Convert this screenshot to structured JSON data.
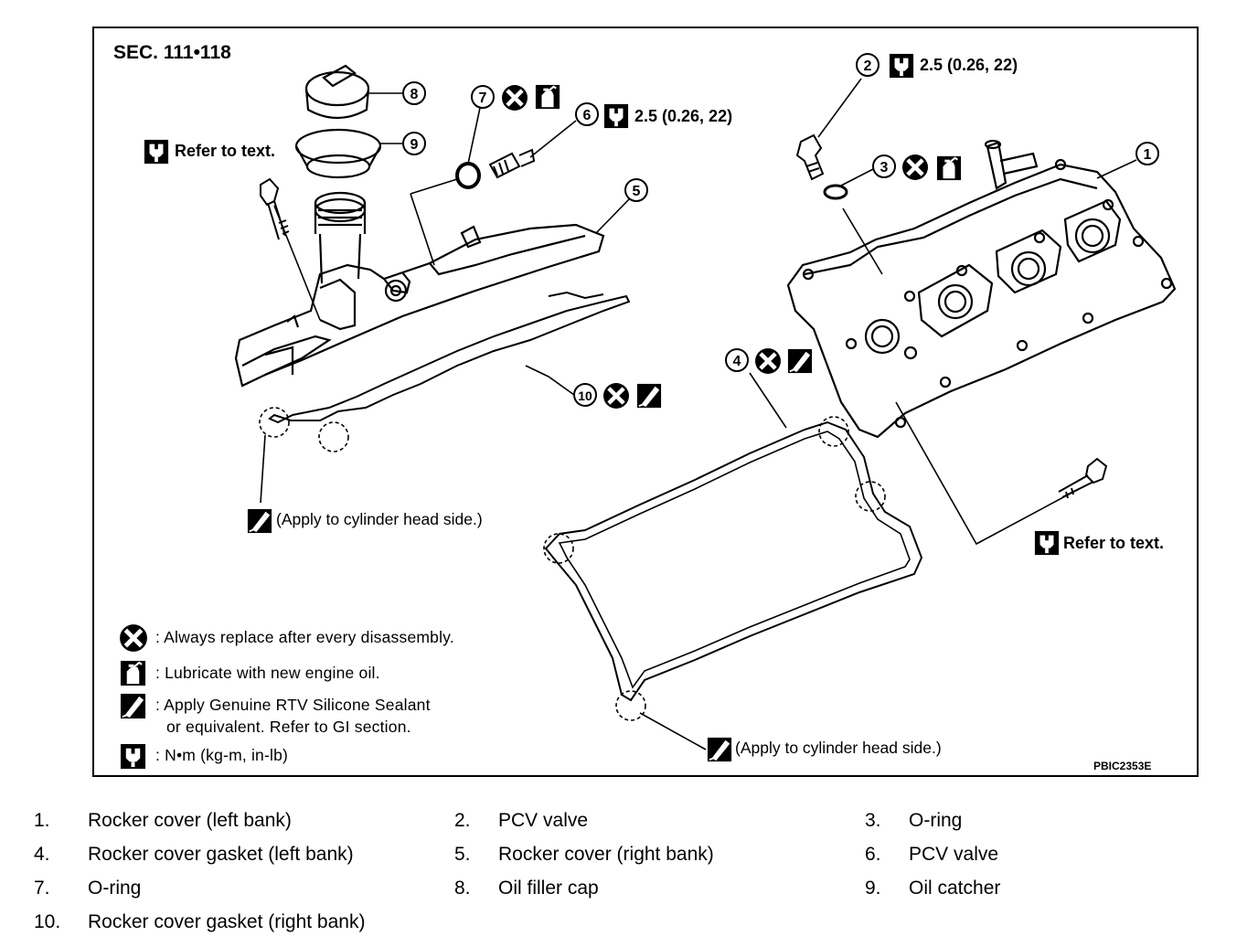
{
  "figure": {
    "section": "SEC. 111•118",
    "code": "PBIC2353E",
    "callouts": {
      "torque_pcv_right": "2.5 (0.26, 22)",
      "torque_pcv_left": "2.5 (0.26, 22)",
      "refer_left": "Refer to text.",
      "refer_right": "Refer to text.",
      "apply_left": "(Apply to cylinder head side.)",
      "apply_right": "(Apply to cylinder head side.)"
    },
    "balloons": [
      "1",
      "2",
      "3",
      "4",
      "5",
      "6",
      "7",
      "8",
      "9",
      "10"
    ],
    "legend": [
      {
        "icon": "replace-icon",
        "text": ": Always replace after every disassembly."
      },
      {
        "icon": "oil-can-icon",
        "text": ": Lubricate with new engine oil."
      },
      {
        "icon": "sealant-icon",
        "text": ": Apply Genuine RTV Silicone Sealant"
      },
      {
        "icon": "",
        "text": "or equivalent. Refer to GI section."
      },
      {
        "icon": "torque-icon",
        "text": ":  N•m  (kg-m,  in-lb)"
      }
    ]
  },
  "parts": [
    {
      "num": "1.",
      "name": "Rocker cover (left bank)"
    },
    {
      "num": "2.",
      "name": "PCV valve"
    },
    {
      "num": "3.",
      "name": "O-ring"
    },
    {
      "num": "4.",
      "name": "Rocker cover gasket (left bank)"
    },
    {
      "num": "5.",
      "name": "Rocker cover (right bank)"
    },
    {
      "num": "6.",
      "name": "PCV valve"
    },
    {
      "num": "7.",
      "name": "O-ring"
    },
    {
      "num": "8.",
      "name": "Oil filler cap"
    },
    {
      "num": "9.",
      "name": "Oil catcher"
    },
    {
      "num": "10.",
      "name": "Rocker cover gasket (right bank)"
    }
  ]
}
